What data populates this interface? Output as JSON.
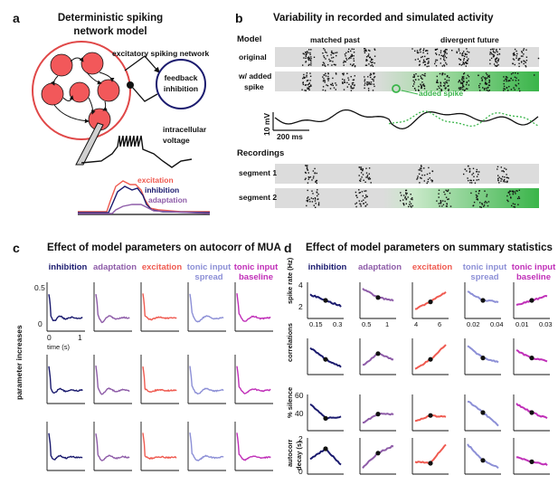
{
  "panel_a": {
    "letter": "a",
    "title_line1": "Deterministic spiking",
    "title_line2": "network model",
    "network_label": "excitatory spiking network",
    "feedback_line1": "feedback",
    "feedback_line2": "inhibition",
    "intracellular_line1": "intracellular",
    "intracellular_line2": "voltage",
    "legend": {
      "excitation": "excitation",
      "inhibition": "inhibition",
      "adaptation": "adaptation"
    }
  },
  "panel_b": {
    "letter": "b",
    "title": "Variability in recorded and simulated activity",
    "model_heading": "Model",
    "matched_past": "matched past",
    "divergent_future": "divergent future",
    "row_original": "original",
    "row_added_line1": "w/ added",
    "row_added_line2": "spike",
    "added_spike": "added spike",
    "scale_mv": "10 mV",
    "scale_ms": "200 ms",
    "recordings_heading": "Recordings",
    "segment1": "segment 1",
    "segment2": "segment 2"
  },
  "panel_c": {
    "letter": "c",
    "title": "Effect of model parameters on autocorr of MUA",
    "columns": [
      "inhibition",
      "adaptation",
      "excitation",
      "tonic input\nspread",
      "tonic input\nbaseline"
    ],
    "y_ticks": [
      "0.5",
      "0"
    ],
    "x_ticks": [
      "0",
      "1"
    ],
    "x_label": "time (s)",
    "row_axis_label": "parameter increases"
  },
  "panel_d": {
    "letter": "d",
    "title": "Effect of model parameters on summary statistics",
    "columns": [
      "inhibition",
      "adaptation",
      "excitation",
      "tonic input\nspread",
      "tonic input\nbaseline"
    ],
    "row_labels": [
      "spike rate (Hz)",
      "correlations",
      "% silence",
      "autocorr\ndecay (s)"
    ],
    "spike_rate_ticks": [
      "4",
      "2"
    ],
    "silence_ticks": [
      "60",
      "40"
    ],
    "decay_ticks": [
      "2",
      "0"
    ],
    "x_ticks": [
      [
        "0.15",
        "0.3"
      ],
      [
        "0.5",
        "1"
      ],
      [
        "4",
        "6"
      ],
      [
        "0.02",
        "0.04"
      ],
      [
        "0.01",
        "0.03"
      ]
    ]
  },
  "colors": {
    "inhibition": "#1a1a6e",
    "adaptation": "#8e5ca8",
    "excitation": "#ef5a50",
    "tonic_spread": "#8c8fd6",
    "tonic_baseline": "#c02fb8",
    "green": "#3ab54a",
    "gray_band": "#dcdcdc",
    "neuron": "#f2585a"
  }
}
